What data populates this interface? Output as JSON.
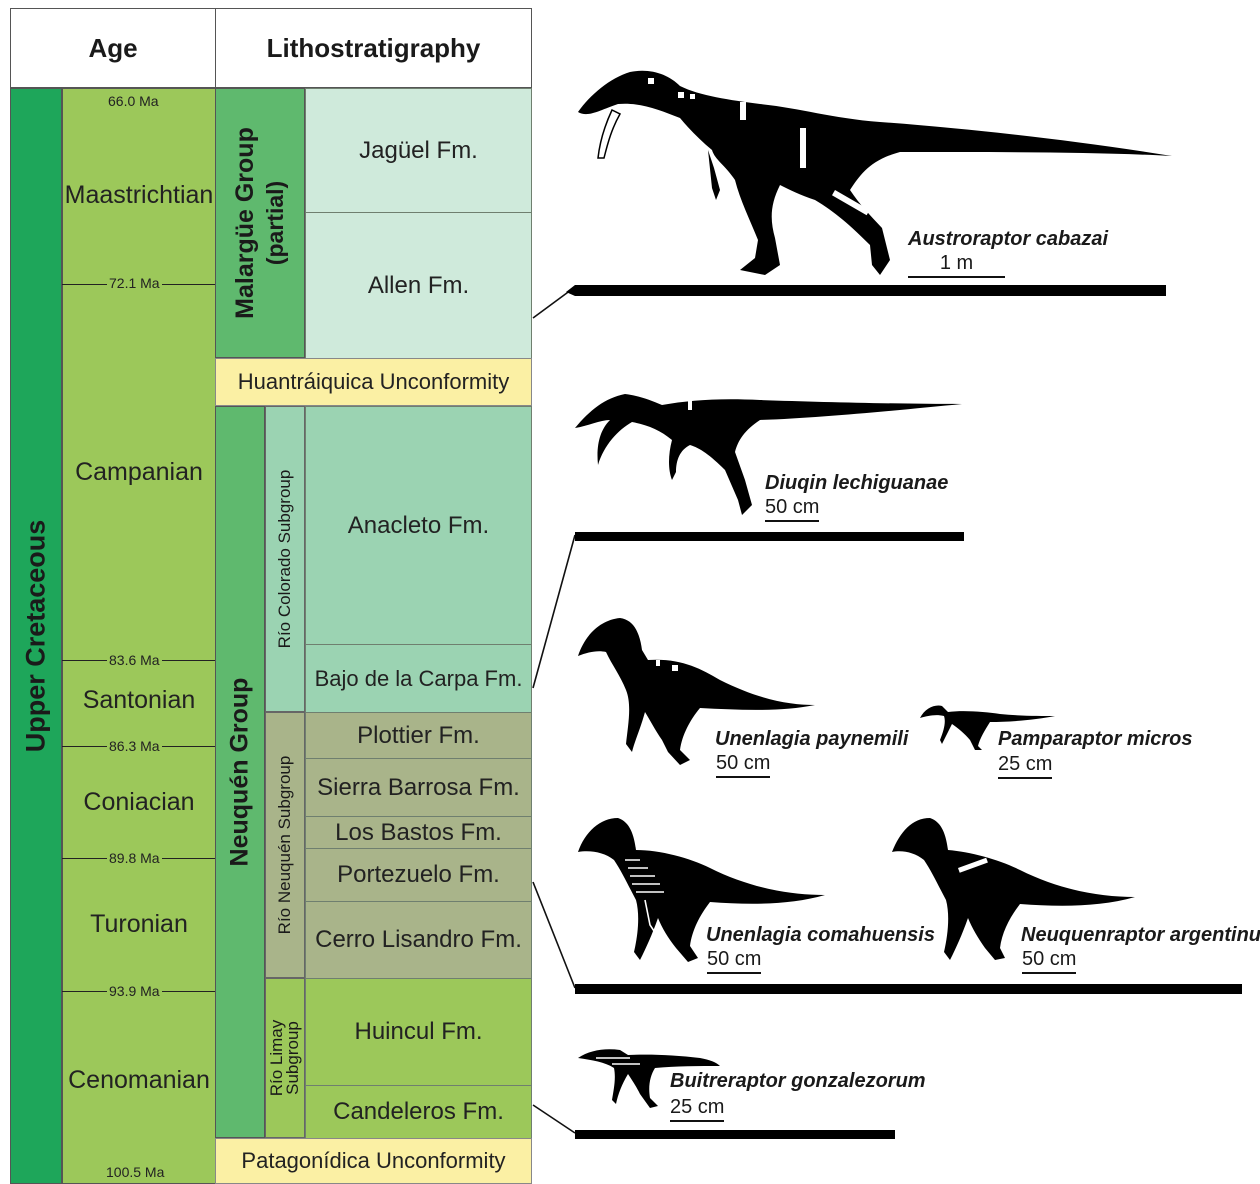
{
  "headers": {
    "age": "Age",
    "litho": "Lithostratigraphy"
  },
  "era": "Upper Cretaceous",
  "stages": [
    "Maastrichtian",
    "Campanian",
    "Santonian",
    "Coniacian",
    "Turonian",
    "Cenomanian"
  ],
  "boundaries": [
    "66.0 Ma",
    "72.1 Ma",
    "83.6 Ma",
    "86.3 Ma",
    "89.8 Ma",
    "93.9 Ma",
    "100.5 Ma"
  ],
  "groups": {
    "malargue_line1": "Malargüe Group",
    "malargue_line2": "(partial)",
    "neuquen": "Neuquén Group"
  },
  "subgroups": {
    "rio_colorado": "Río Colorado Subgroup",
    "rio_neuquen": "Río Neuquén Subgroup",
    "rio_limay_line1": "Río Limay",
    "rio_limay_line2": "Subgroup"
  },
  "formations": [
    "Jagüel Fm.",
    "Allen Fm.",
    "Anacleto Fm.",
    "Bajo de la Carpa Fm.",
    "Plottier Fm.",
    "Sierra Barrosa Fm.",
    "Los Bastos Fm.",
    "Portezuelo Fm.",
    "Cerro Lisandro Fm.",
    "Huincul Fm.",
    "Candeleros Fm."
  ],
  "unconformities": {
    "top": "Huantráiquica Unconformity",
    "bottom": "Patagonídica Unconformity"
  },
  "taxa": [
    {
      "name": "Austroraptor cabazai",
      "scale": "1 m"
    },
    {
      "name": "Diuqin lechiguanae",
      "scale": "50 cm"
    },
    {
      "name": "Unenlagia paynemili",
      "scale": "50 cm"
    },
    {
      "name": "Pamparaptor micros",
      "scale": "25 cm"
    },
    {
      "name": "Unenlagia comahuensis",
      "scale": "50 cm"
    },
    {
      "name": "Neuquenraptor argentinus",
      "scale": "50 cm"
    },
    {
      "name": "Buitreraptor gonzalezorum",
      "scale": "25 cm"
    }
  ],
  "colors": {
    "era": "#1ea65a",
    "stage": "#9cc85a",
    "group": "#5fb96e",
    "formation_light": "#cfeadb",
    "formation_mid": "#9bd3b2",
    "formation_grey": "#a9b48a",
    "formation_lime": "#9cc85a",
    "unconformity": "#fbf0a4",
    "silhouette": "#000000"
  }
}
